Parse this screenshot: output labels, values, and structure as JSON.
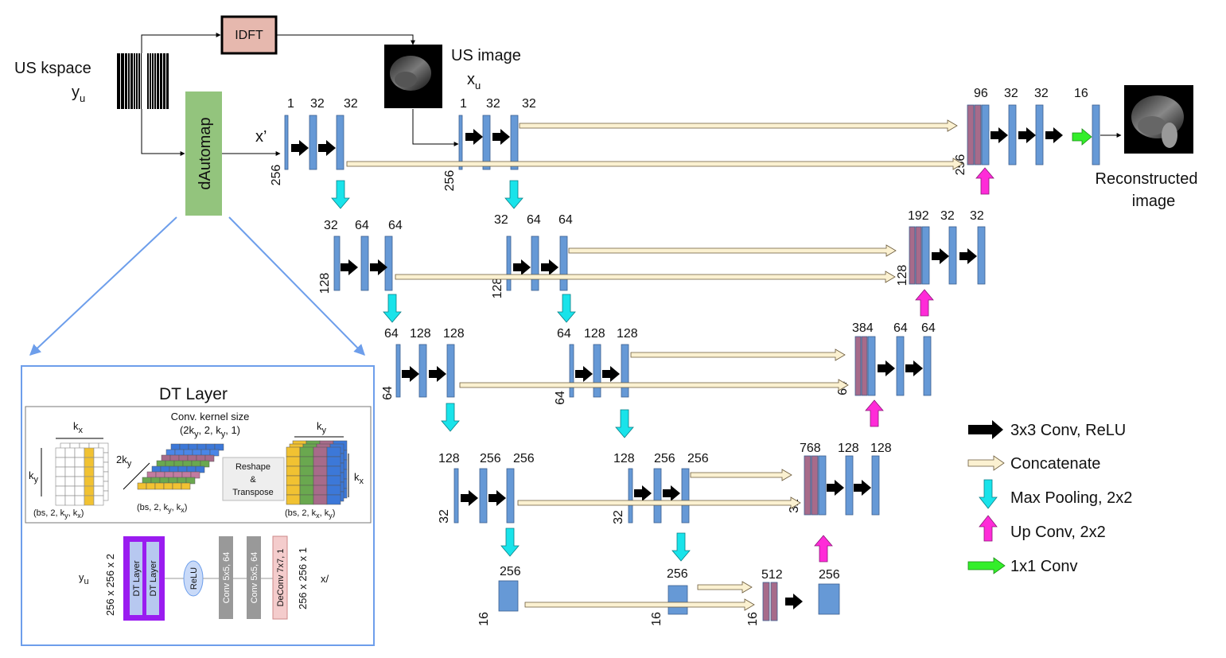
{
  "inputs": {
    "kspace_label": "US kspace",
    "kspace_sym": "y",
    "kspace_sub": "u",
    "idft": "IDFT",
    "us_image": "US image",
    "us_image_sym": "x",
    "us_image_sub": "u",
    "dautomap": "dAutomap",
    "xprime": "x’",
    "recon_line1": "Reconstructed",
    "recon_line2": "image"
  },
  "legend": [
    {
      "label": "3x3 Conv, ReLU",
      "kind": "conv"
    },
    {
      "label": "Concatenate",
      "kind": "concat"
    },
    {
      "label": "Max Pooling, 2x2",
      "kind": "pool"
    },
    {
      "label": "Up Conv, 2x2",
      "kind": "up"
    },
    {
      "label": "1x1 Conv",
      "kind": "one"
    }
  ],
  "channel_labels": [
    "1",
    "32",
    "32",
    "1",
    "32",
    "32",
    "96",
    "32",
    "32",
    "16",
    "32",
    "64",
    "64",
    "32",
    "64",
    "64",
    "192",
    "32",
    "32",
    "64",
    "128",
    "128",
    "64",
    "128",
    "128",
    "384",
    "64",
    "64",
    "128",
    "256",
    "256",
    "128",
    "256",
    "256",
    "768",
    "128",
    "128",
    "256",
    "256",
    "512",
    "256"
  ],
  "size_labels": [
    "256",
    "256",
    "256",
    "128",
    "128",
    "128",
    "64",
    "64",
    "64",
    "32",
    "32",
    "32",
    "16",
    "16",
    "16"
  ],
  "dt": {
    "title": "DT Layer",
    "kernel_title": "Conv. kernel size",
    "kernel_a": "(2k",
    "kernel_a_sub": "y",
    "kernel_b": ", 2, k",
    "kernel_b_sub": "y",
    "kernel_c": ", 1)",
    "kx": "k",
    "kx_sub": "x",
    "ky": "k",
    "ky_sub": "y",
    "two_ky": "2k",
    "two_ky_sub": "y",
    "reshape1": "Reshape",
    "reshape2": "&",
    "reshape3": "Transpose",
    "shape1": "(bs, 2, k",
    "shape1_sub1": "y",
    "shape1_mid": ", k",
    "shape1_sub2": "x",
    "shape1_end": ")",
    "shape2": "(bs, 2, k",
    "shape2_sub1": "y",
    "shape2_mid": ", k",
    "shape2_sub2": "x",
    "shape2_end": ")",
    "shape3": "(bs, 2, k",
    "shape3_sub1": "x",
    "shape3_mid": ", k",
    "shape3_sub2": "y",
    "shape3_end": ")",
    "yu": "y",
    "yu_sub": "u",
    "in_dim": "256 x 256 x 2",
    "dt1": "DT Layer",
    "dt2": "DT Layer",
    "relu": "ReLU",
    "conv1": "Conv 5x5, 64",
    "conv2": "Conv 5x5, 64",
    "deconv": "DeConv 7x7, 1",
    "out_dim": "256 x 256 x 1",
    "xprime": "x/"
  },
  "colors": {
    "blue": "#6699d6",
    "mauve": "#a76b8a",
    "cyan": "#19e3ea",
    "magenta": "#ff2bd8",
    "green": "#33ee2a",
    "cream": "#fbf1d1",
    "idft": "#e6b8ae",
    "dautomap": "#93c47d",
    "frame": "#6d9eeb",
    "dt_purple": "#9a1cf0",
    "dt_inner": "#b7c8f0",
    "relu": "#c9daf8",
    "conv": "#999999",
    "deconv": "#f4cccc"
  }
}
